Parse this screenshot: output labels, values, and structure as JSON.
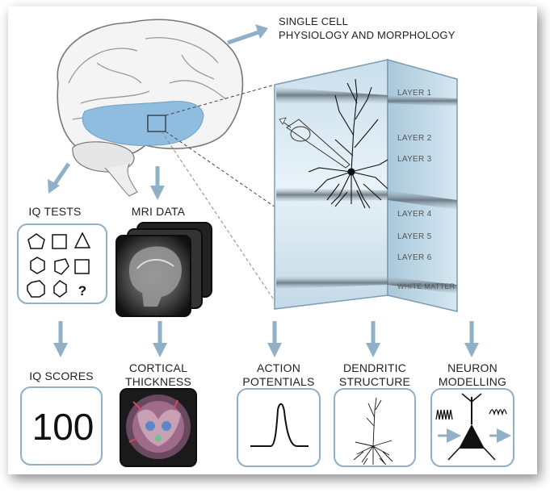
{
  "labels": {
    "single_cell": [
      "SINGLE CELL",
      "PHYSIOLOGY AND MORPHOLOGY"
    ],
    "iq_tests": "IQ TESTS",
    "mri_data": "MRI DATA",
    "iq_scores": "IQ SCORES",
    "cortical_thickness": [
      "CORTICAL",
      "THICKNESS"
    ],
    "action_potentials": [
      "ACTION",
      "POTENTIALS"
    ],
    "dendritic_structure": [
      "DENDRITIC",
      "STRUCTURE"
    ],
    "neuron_modelling": [
      "NEURON",
      "MODELLING"
    ]
  },
  "layers": [
    "LAYER 1",
    "LAYER 2",
    "LAYER 3",
    "LAYER 4",
    "LAYER 5",
    "LAYER  6",
    "WHITE MATTER"
  ],
  "iq_test_symbols": [
    "pentagon",
    "square",
    "triangle",
    "hexagon",
    "pentagon",
    "square",
    "octagon",
    "hexagon",
    "?"
  ],
  "iq_score_value": "100",
  "colors": {
    "arrow": "#8fb0c6",
    "box_border": "#8fb0c6",
    "temporal_lobe": "#8fbde0",
    "block": "#cfe3ef"
  }
}
